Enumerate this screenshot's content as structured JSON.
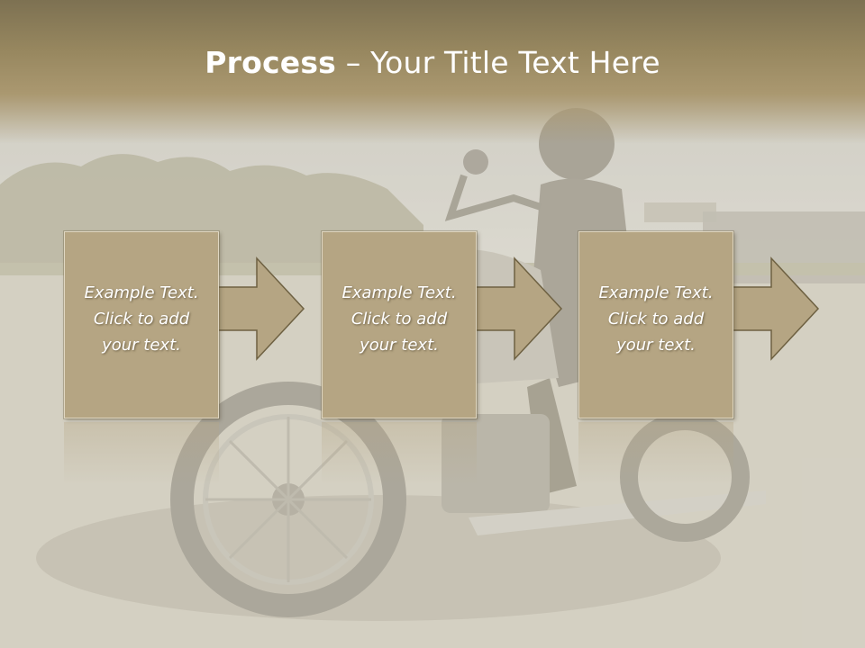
{
  "slide": {
    "title_bold": "Process",
    "title_rest": " – Your Title Text Here"
  },
  "steps": [
    {
      "text": "Example Text.\nClick  to add\nyour text."
    },
    {
      "text": "Example Text.\nClick  to add\nyour text."
    },
    {
      "text": "Example Text.\nClick  to add\nyour text."
    }
  ],
  "colors": {
    "header": "#97875f",
    "box_fill": "#b5a583",
    "text": "#ffffff"
  }
}
